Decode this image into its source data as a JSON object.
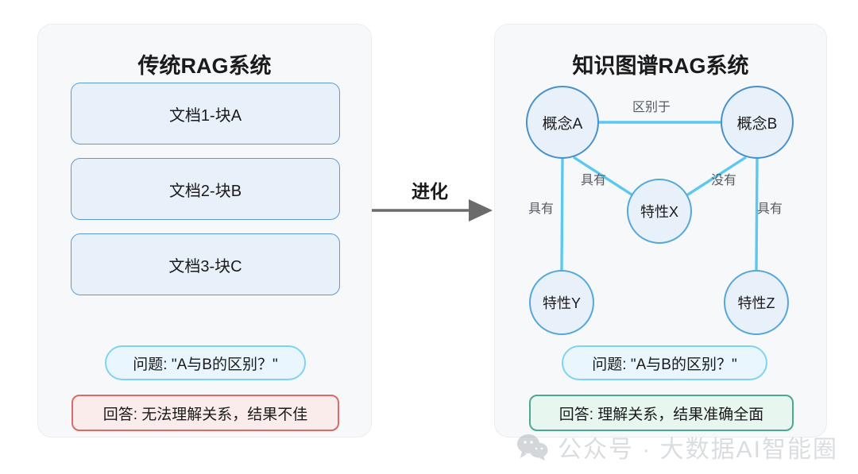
{
  "left_card": {
    "title": "传统RAG系统",
    "chunks": [
      {
        "label": "文档1-块A"
      },
      {
        "label": "文档2-块B"
      },
      {
        "label": "文档3-块C"
      }
    ],
    "question": "问题: \"A与B的区别？\"",
    "answer": "回答: 无法理解关系，结果不佳",
    "answer_tone": "negative",
    "answer_bg": "#fbecec",
    "answer_border": "#d96a66"
  },
  "arrow": {
    "label": "进化",
    "color": "#6b6b6b",
    "direction": "right"
  },
  "right_card": {
    "title": "知识图谱RAG系统",
    "question": "问题: \"A与B的区别？\"",
    "answer": "回答: 理解关系，结果准确全面",
    "answer_tone": "positive",
    "answer_bg": "#e8f6f0",
    "answer_border": "#4aa98f",
    "graph": {
      "node_fill": "#e8f0f9",
      "node_stroke": "#4a90c8",
      "edge_color": "#5bc8f0",
      "nodes": [
        {
          "id": "A",
          "label": "概念A"
        },
        {
          "id": "B",
          "label": "概念B"
        },
        {
          "id": "X",
          "label": "特性X"
        },
        {
          "id": "Y",
          "label": "特性Y"
        },
        {
          "id": "Z",
          "label": "特性Z"
        }
      ],
      "edges": [
        {
          "from": "A",
          "to": "B",
          "label": "区别于"
        },
        {
          "from": "A",
          "to": "X",
          "label": "具有"
        },
        {
          "from": "B",
          "to": "X",
          "label": "没有"
        },
        {
          "from": "A",
          "to": "Y",
          "label": "具有"
        },
        {
          "from": "B",
          "to": "Z",
          "label": "具有"
        }
      ]
    }
  },
  "watermark": {
    "text": "公众号 · 大数据AI智能圈",
    "icon": "wechat-icon"
  },
  "theme": {
    "card_bg": "#f7f8fa",
    "card_border": "#ebedf0",
    "chunk_bg": "#e8f0f9",
    "chunk_border": "#5b9bd5",
    "pill_bg": "#e9f6fd",
    "pill_border": "#7fd3f2"
  }
}
